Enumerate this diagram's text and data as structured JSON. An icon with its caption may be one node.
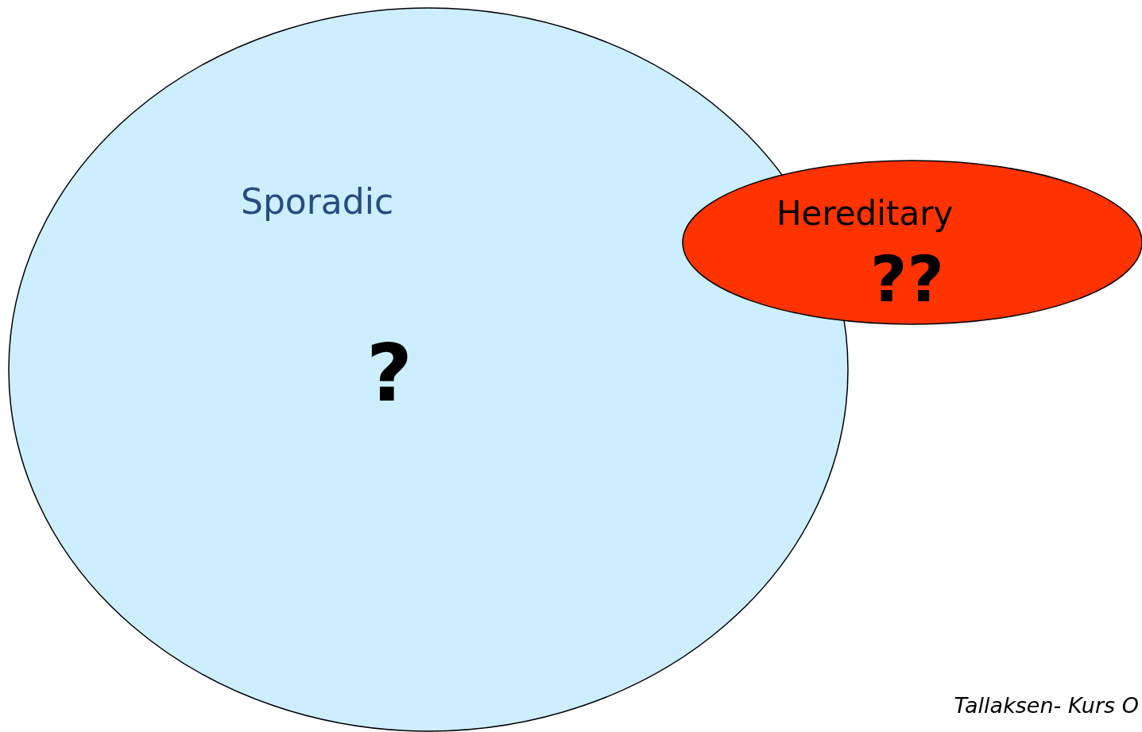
{
  "diagram": {
    "nodes": [
      {
        "text": [
          "Sporadic",
          "?"
        ]
      },
      {
        "text": [
          "Hereditary",
          "??"
        ]
      }
    ],
    "labels": [
      "Tallaksen- Kurs O"
    ]
  }
}
